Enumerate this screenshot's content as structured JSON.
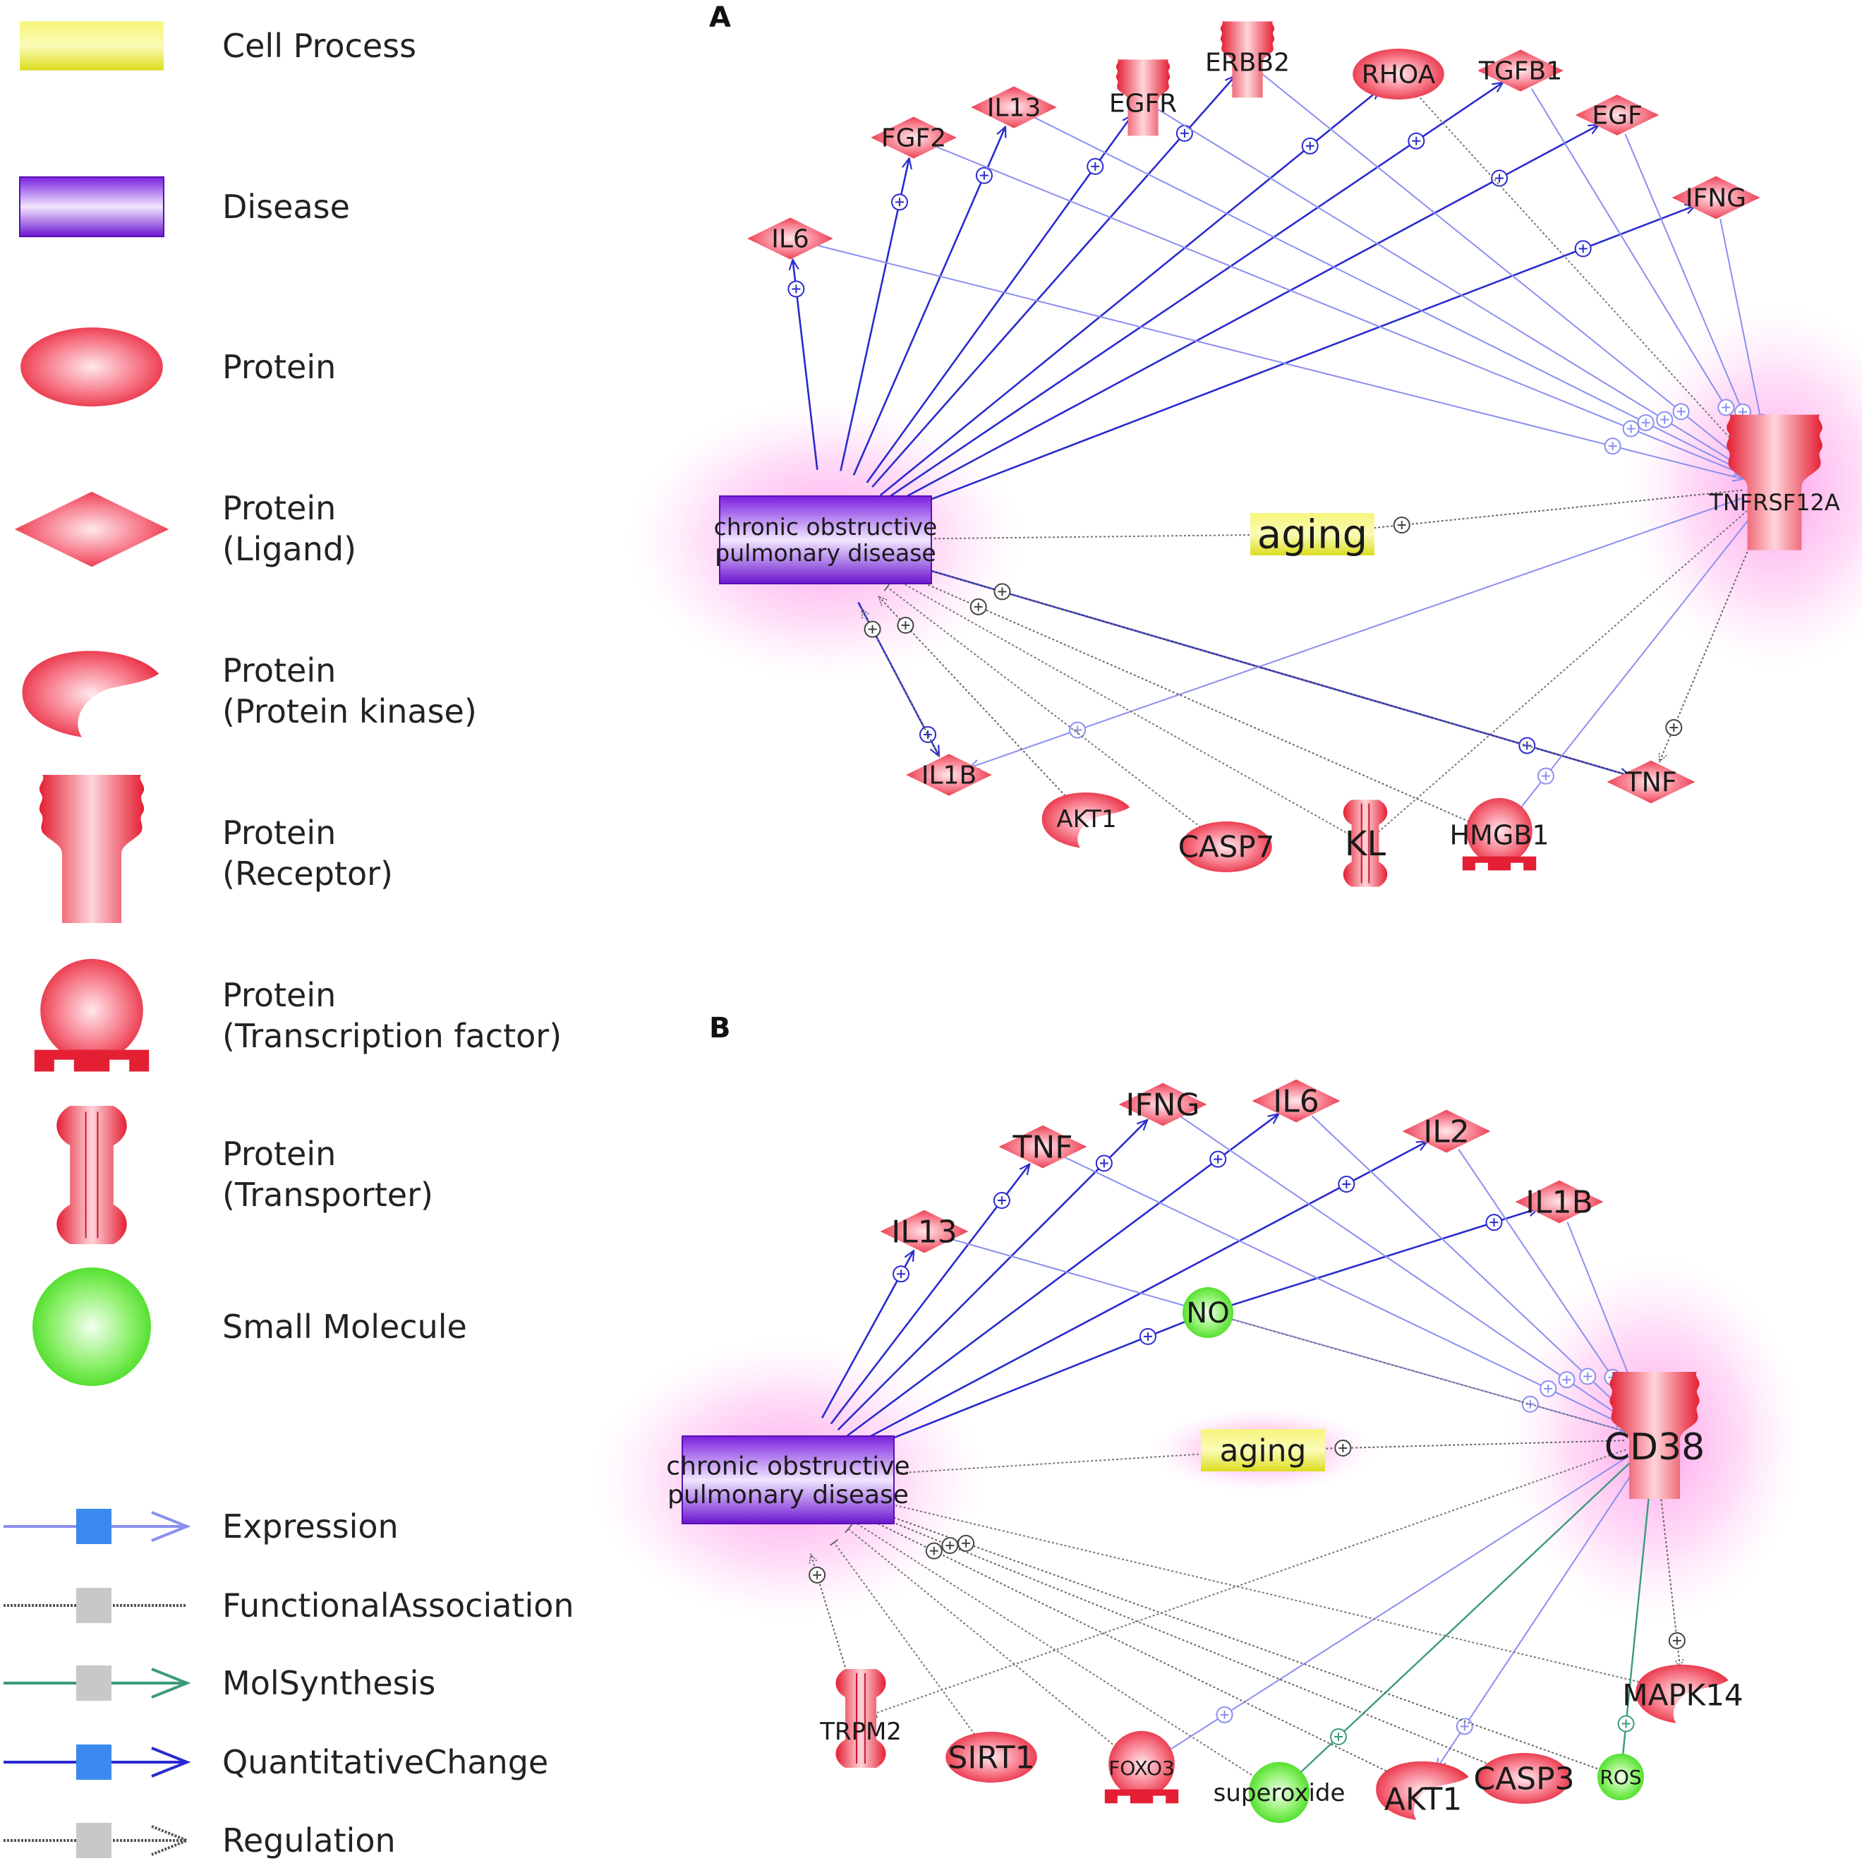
{
  "panels": [
    {
      "id": "A",
      "label": "A"
    },
    {
      "id": "B",
      "label": "B"
    }
  ],
  "legend": {
    "node_types": [
      {
        "key": "cell-process",
        "label_lines": [
          "Cell Process"
        ],
        "icon": "cell-process-icon"
      },
      {
        "key": "disease",
        "label_lines": [
          "Disease"
        ],
        "icon": "disease-icon"
      },
      {
        "key": "protein",
        "label_lines": [
          "Protein"
        ],
        "icon": "protein-ellipse-icon"
      },
      {
        "key": "ligand",
        "label_lines": [
          "Protein",
          "(Ligand)"
        ],
        "icon": "ligand-diamond-icon"
      },
      {
        "key": "kinase",
        "label_lines": [
          "Protein",
          "(Protein kinase)"
        ],
        "icon": "kinase-crescent-icon"
      },
      {
        "key": "receptor",
        "label_lines": [
          "Protein",
          "(Receptor)"
        ],
        "icon": "receptor-icon"
      },
      {
        "key": "tf",
        "label_lines": [
          "Protein",
          "(Transcription factor)"
        ],
        "icon": "transcription-factor-icon"
      },
      {
        "key": "transporter",
        "label_lines": [
          "Protein",
          "(Transporter)"
        ],
        "icon": "transporter-icon"
      },
      {
        "key": "small",
        "label_lines": [
          "Small Molecule"
        ],
        "icon": "small-molecule-icon"
      }
    ],
    "edge_types": [
      {
        "key": "expression",
        "label": "Expression",
        "color": "#8a8ff0"
      },
      {
        "key": "functional",
        "label": "FunctionalAssociation",
        "color": "#555555"
      },
      {
        "key": "molsynthesis",
        "label": "MolSynthesis",
        "color": "#3a9a7a"
      },
      {
        "key": "quantitative",
        "label": "QuantitativeChange",
        "color": "#2a2ad0"
      },
      {
        "key": "regulation",
        "label": "Regulation",
        "color": "#555555"
      }
    ]
  },
  "diagram_a": {
    "nodes": [
      {
        "id": "copd",
        "type": "disease",
        "label_lines": [
          "chronic obstructive",
          "pulmonary disease"
        ]
      },
      {
        "id": "aging",
        "type": "cell-process",
        "label_lines": [
          "aging"
        ]
      },
      {
        "id": "tnfrsf12a",
        "type": "receptor",
        "label_lines": [
          "TNFRSF12A"
        ]
      },
      {
        "id": "il6",
        "type": "ligand",
        "label_lines": [
          "IL6"
        ]
      },
      {
        "id": "fgf2",
        "type": "ligand",
        "label_lines": [
          "FGF2"
        ]
      },
      {
        "id": "il13",
        "type": "ligand",
        "label_lines": [
          "IL13"
        ]
      },
      {
        "id": "egfr",
        "type": "receptor",
        "label_lines": [
          "EGFR"
        ]
      },
      {
        "id": "erbb2",
        "type": "receptor",
        "label_lines": [
          "ERBB2"
        ]
      },
      {
        "id": "rhoa",
        "type": "protein",
        "label_lines": [
          "RHOA"
        ]
      },
      {
        "id": "tgfb1",
        "type": "ligand",
        "label_lines": [
          "TGFB1"
        ]
      },
      {
        "id": "egf",
        "type": "ligand",
        "label_lines": [
          "EGF"
        ]
      },
      {
        "id": "ifng",
        "type": "ligand",
        "label_lines": [
          "IFNG"
        ]
      },
      {
        "id": "il1b",
        "type": "ligand",
        "label_lines": [
          "IL1B"
        ]
      },
      {
        "id": "akt1",
        "type": "kinase",
        "label_lines": [
          "AKT1"
        ]
      },
      {
        "id": "casp7",
        "type": "protein",
        "label_lines": [
          "CASP7"
        ]
      },
      {
        "id": "kl",
        "type": "transporter",
        "label_lines": [
          "KL"
        ]
      },
      {
        "id": "hmgb1",
        "type": "tf",
        "label_lines": [
          "HMGB1"
        ]
      },
      {
        "id": "tnf",
        "type": "ligand",
        "label_lines": [
          "TNF"
        ]
      }
    ],
    "edges": [
      {
        "from": "copd",
        "to": "il6",
        "kind": "quantitative"
      },
      {
        "from": "copd",
        "to": "fgf2",
        "kind": "quantitative"
      },
      {
        "from": "copd",
        "to": "il13",
        "kind": "quantitative"
      },
      {
        "from": "copd",
        "to": "egfr",
        "kind": "quantitative"
      },
      {
        "from": "copd",
        "to": "erbb2",
        "kind": "quantitative"
      },
      {
        "from": "copd",
        "to": "rhoa",
        "kind": "quantitative"
      },
      {
        "from": "copd",
        "to": "tgfb1",
        "kind": "quantitative"
      },
      {
        "from": "copd",
        "to": "egf",
        "kind": "quantitative"
      },
      {
        "from": "copd",
        "to": "ifng",
        "kind": "quantitative"
      },
      {
        "from": "copd",
        "to": "il1b",
        "kind": "quantitative"
      },
      {
        "from": "copd",
        "to": "tnf",
        "kind": "quantitative"
      },
      {
        "from": "il6",
        "to": "tnfrsf12a",
        "kind": "expression"
      },
      {
        "from": "fgf2",
        "to": "tnfrsf12a",
        "kind": "expression"
      },
      {
        "from": "il13",
        "to": "tnfrsf12a",
        "kind": "expression"
      },
      {
        "from": "egfr",
        "to": "tnfrsf12a",
        "kind": "expression"
      },
      {
        "from": "erbb2",
        "to": "tnfrsf12a",
        "kind": "expression"
      },
      {
        "from": "rhoa",
        "to": "tnfrsf12a",
        "kind": "functional"
      },
      {
        "from": "tgfb1",
        "to": "tnfrsf12a",
        "kind": "expression"
      },
      {
        "from": "egf",
        "to": "tnfrsf12a",
        "kind": "expression"
      },
      {
        "from": "ifng",
        "to": "tnfrsf12a",
        "kind": "expression"
      },
      {
        "from": "tnfrsf12a",
        "to": "aging",
        "kind": "regulation"
      },
      {
        "from": "copd",
        "to": "aging",
        "kind": "functional"
      },
      {
        "from": "tnfrsf12a",
        "to": "il1b",
        "kind": "expression"
      },
      {
        "from": "tnfrsf12a",
        "to": "tnf",
        "kind": "regulation"
      },
      {
        "from": "tnfrsf12a",
        "to": "hmgb1",
        "kind": "expression"
      },
      {
        "from": "tnfrsf12a",
        "to": "kl",
        "kind": "functional"
      },
      {
        "from": "il1b",
        "to": "copd",
        "kind": "regulation"
      },
      {
        "from": "akt1",
        "to": "copd",
        "kind": "regulation"
      },
      {
        "from": "casp7",
        "to": "copd",
        "kind": "functional"
      },
      {
        "from": "kl",
        "to": "copd",
        "kind": "functional"
      },
      {
        "from": "hmgb1",
        "to": "copd",
        "kind": "regulation"
      },
      {
        "from": "tnf",
        "to": "copd",
        "kind": "regulation"
      }
    ]
  },
  "diagram_b": {
    "nodes": [
      {
        "id": "copd",
        "type": "disease",
        "label_lines": [
          "chronic obstructive",
          "pulmonary disease"
        ]
      },
      {
        "id": "aging",
        "type": "cell-process",
        "label_lines": [
          "aging"
        ]
      },
      {
        "id": "cd38",
        "type": "receptor",
        "label_lines": [
          "CD38"
        ]
      },
      {
        "id": "il13",
        "type": "ligand",
        "label_lines": [
          "IL13"
        ]
      },
      {
        "id": "tnf",
        "type": "ligand",
        "label_lines": [
          "TNF"
        ]
      },
      {
        "id": "ifng",
        "type": "ligand",
        "label_lines": [
          "IFNG"
        ]
      },
      {
        "id": "il6",
        "type": "ligand",
        "label_lines": [
          "IL6"
        ]
      },
      {
        "id": "il2",
        "type": "ligand",
        "label_lines": [
          "IL2"
        ]
      },
      {
        "id": "il1b",
        "type": "ligand",
        "label_lines": [
          "IL1B"
        ]
      },
      {
        "id": "no",
        "type": "small",
        "label_lines": [
          "NO"
        ]
      },
      {
        "id": "trpm2",
        "type": "transporter",
        "label_lines": [
          "TRPM2"
        ]
      },
      {
        "id": "sirt1",
        "type": "protein",
        "label_lines": [
          "SIRT1"
        ]
      },
      {
        "id": "foxo3",
        "type": "tf",
        "label_lines": [
          "FOXO3"
        ]
      },
      {
        "id": "superoxide",
        "type": "small",
        "label_lines": [
          "superoxide"
        ]
      },
      {
        "id": "akt1",
        "type": "kinase",
        "label_lines": [
          "AKT1"
        ]
      },
      {
        "id": "casp3",
        "type": "protein",
        "label_lines": [
          "CASP3"
        ]
      },
      {
        "id": "ros",
        "type": "small",
        "label_lines": [
          "ROS"
        ]
      },
      {
        "id": "mapk14",
        "type": "kinase",
        "label_lines": [
          "MAPK14"
        ]
      }
    ],
    "edges": [
      {
        "from": "copd",
        "to": "il13",
        "kind": "quantitative"
      },
      {
        "from": "copd",
        "to": "tnf",
        "kind": "quantitative"
      },
      {
        "from": "copd",
        "to": "ifng",
        "kind": "quantitative"
      },
      {
        "from": "copd",
        "to": "il6",
        "kind": "quantitative"
      },
      {
        "from": "copd",
        "to": "il2",
        "kind": "quantitative"
      },
      {
        "from": "copd",
        "to": "no",
        "kind": "quantitative"
      },
      {
        "from": "no",
        "to": "il1b",
        "kind": "quantitative"
      },
      {
        "from": "il13",
        "to": "cd38",
        "kind": "expression"
      },
      {
        "from": "tnf",
        "to": "cd38",
        "kind": "expression"
      },
      {
        "from": "ifng",
        "to": "cd38",
        "kind": "expression"
      },
      {
        "from": "il6",
        "to": "cd38",
        "kind": "expression"
      },
      {
        "from": "il2",
        "to": "cd38",
        "kind": "expression"
      },
      {
        "from": "il1b",
        "to": "cd38",
        "kind": "expression"
      },
      {
        "from": "no",
        "to": "cd38",
        "kind": "functional"
      },
      {
        "from": "cd38",
        "to": "aging",
        "kind": "regulation"
      },
      {
        "from": "copd",
        "to": "aging",
        "kind": "functional"
      },
      {
        "from": "cd38",
        "to": "superoxide",
        "kind": "molsynthesis"
      },
      {
        "from": "cd38",
        "to": "ros",
        "kind": "molsynthesis"
      },
      {
        "from": "cd38",
        "to": "akt1",
        "kind": "expression"
      },
      {
        "from": "cd38",
        "to": "foxo3",
        "kind": "expression"
      },
      {
        "from": "cd38",
        "to": "mapk14",
        "kind": "regulation"
      },
      {
        "from": "cd38",
        "to": "trpm2",
        "kind": "functional"
      },
      {
        "from": "trpm2",
        "to": "copd",
        "kind": "regulation"
      },
      {
        "from": "sirt1",
        "to": "copd",
        "kind": "functional"
      },
      {
        "from": "foxo3",
        "to": "copd",
        "kind": "functional"
      },
      {
        "from": "superoxide",
        "to": "copd",
        "kind": "functional"
      },
      {
        "from": "akt1",
        "to": "copd",
        "kind": "regulation"
      },
      {
        "from": "casp3",
        "to": "copd",
        "kind": "regulation"
      },
      {
        "from": "ros",
        "to": "copd",
        "kind": "regulation"
      },
      {
        "from": "mapk14",
        "to": "copd",
        "kind": "functional"
      }
    ]
  }
}
